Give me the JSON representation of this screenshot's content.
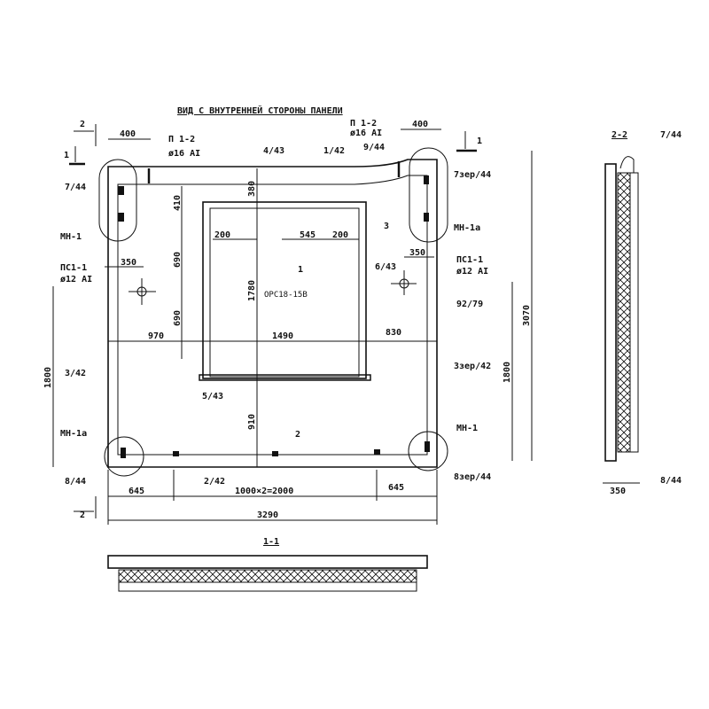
{
  "title": "ВИД С ВНУТРЕННЕЙ СТОРОНЫ ПАНЕЛИ",
  "sections": {
    "s11": "1-1",
    "s22": "2-2",
    "cut1": "1",
    "cut2": "2"
  },
  "labels": {
    "p12_left": "П 1-2",
    "p12_left_d": "ø16 AI",
    "p12_right": "П 1-2",
    "p12_right_d": "ø16 AI",
    "l4_43": "4/43",
    "l1_42": "1/42",
    "l9_44": "9/44",
    "l7_44": "7/44",
    "l7zer_44": "7зер/44",
    "mn1_top": "МН-1",
    "mn1a_top": "МН-1а",
    "pc11_left": "ПС1-1",
    "pc11_left_d": "ø12 AI",
    "pc11_right": "ПС1-1",
    "pc11_right_d": "ø12 AI",
    "l92_79": "92/79",
    "l6_43": "6/43",
    "pos3": "3",
    "pos1": "1",
    "window": "ОРС18-15В",
    "l3_42": "3/42",
    "l3zer_42": "3зер/42",
    "l5_43": "5/43",
    "mn1a_bot": "МН-1а",
    "mn1_bot": "МН-1",
    "pos2": "2",
    "l8_44": "8/44",
    "l8zer_44": "8зер/44",
    "l2_42": "2/42",
    "v22_7_44": "7/44",
    "v22_8_44": "8/44"
  },
  "dimensions": {
    "d400_left": "400",
    "d400_right": "400",
    "d380": "380",
    "d410": "410",
    "d200a": "200",
    "d545": "545",
    "d200b": "200",
    "d350_left": "350",
    "d350_right": "350",
    "d690a": "690",
    "d690b": "690",
    "d1780": "1780",
    "d910": "910",
    "d970": "970",
    "d1490": "1490",
    "d830": "830",
    "d3070": "3070",
    "d1800_left": "1800",
    "d1800_right": "1800",
    "d645_left": "645",
    "d2000": "1000×2=2000",
    "d645_right": "645",
    "d3290": "3290",
    "d350_22": "350"
  }
}
